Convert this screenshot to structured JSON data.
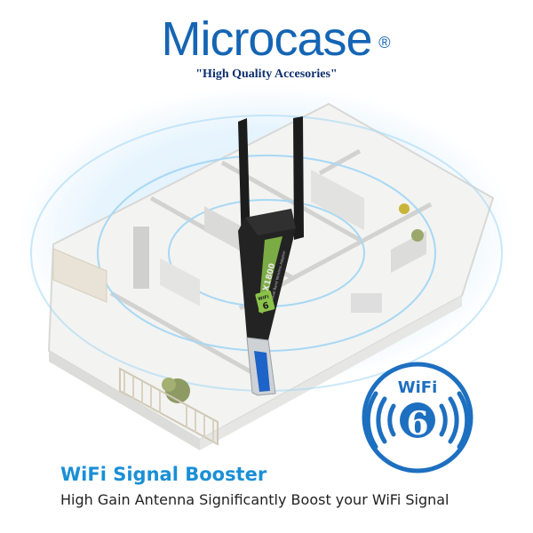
{
  "brand": {
    "name": "Microcase",
    "registered_mark": "®",
    "tagline": "\"High Quality Accesories\""
  },
  "badge": {
    "label": "WiFi",
    "number": "6"
  },
  "product": {
    "label_main": "AX1800",
    "label_sub": "Dual Band Wireless Adapter",
    "logo_text": "WiFi",
    "logo_number": "6"
  },
  "copy": {
    "headline": "WiFi Signal Booster",
    "subline": "High Gain Antenna Significantly Boost your WiFi Signal"
  },
  "colors": {
    "brand_blue": "#1565b4",
    "accent_blue": "#1a8fd6",
    "badge_blue": "#1d6fc0",
    "adapter_green": "#8bc34a"
  }
}
